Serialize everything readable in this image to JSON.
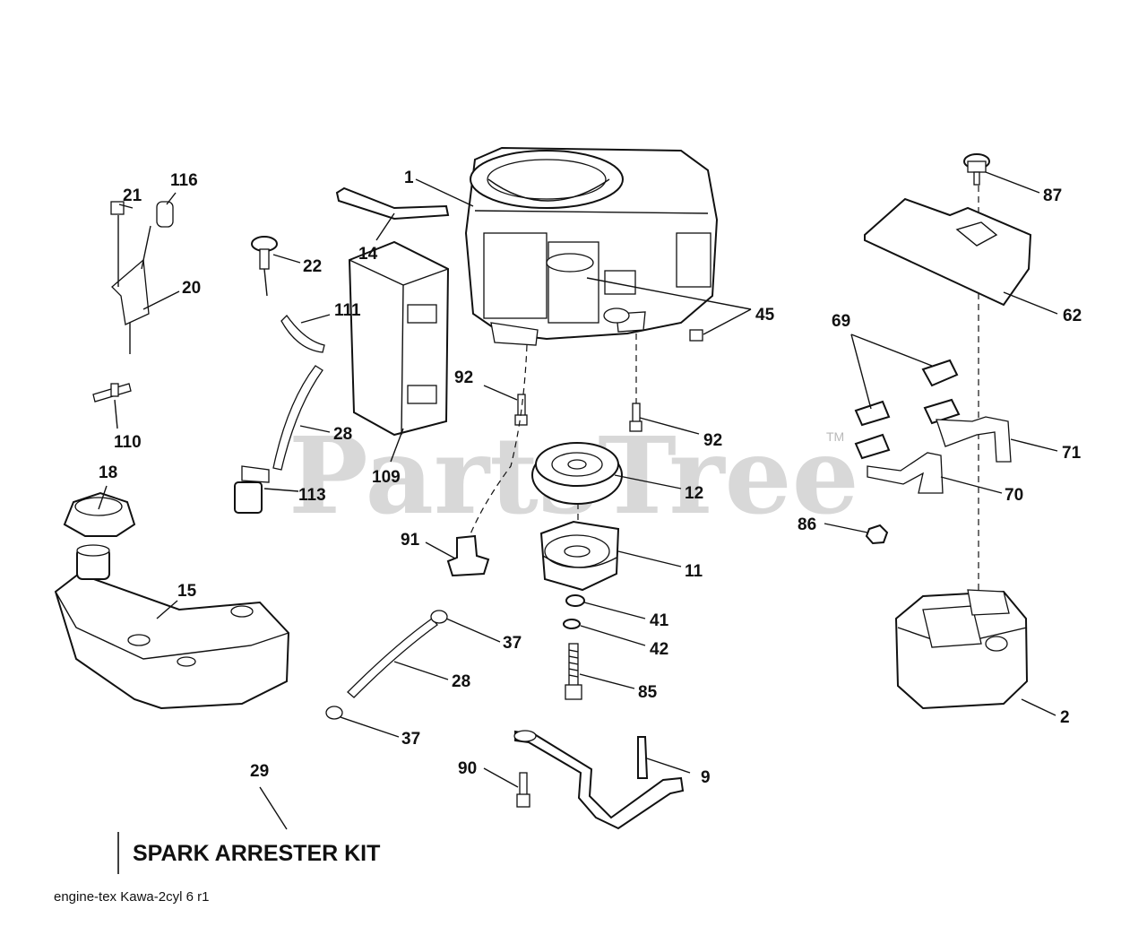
{
  "watermark": {
    "text": "PartsTree",
    "tm": "TM"
  },
  "caption": {
    "kit_label": "SPARK ARRESTER KIT",
    "drawing_code": "engine-tex  Kawa-2cyl  6  r1"
  },
  "callouts": [
    {
      "id": "c1",
      "text": "1"
    },
    {
      "id": "c2",
      "text": "2"
    },
    {
      "id": "c9",
      "text": "9"
    },
    {
      "id": "c11",
      "text": "11"
    },
    {
      "id": "c12",
      "text": "12"
    },
    {
      "id": "c14",
      "text": "14"
    },
    {
      "id": "c15",
      "text": "15"
    },
    {
      "id": "c18",
      "text": "18"
    },
    {
      "id": "c20",
      "text": "20"
    },
    {
      "id": "c21",
      "text": "21"
    },
    {
      "id": "c22",
      "text": "22"
    },
    {
      "id": "c28a",
      "text": "28"
    },
    {
      "id": "c28b",
      "text": "28"
    },
    {
      "id": "c29",
      "text": "29"
    },
    {
      "id": "c37a",
      "text": "37"
    },
    {
      "id": "c37b",
      "text": "37"
    },
    {
      "id": "c41",
      "text": "41"
    },
    {
      "id": "c42",
      "text": "42"
    },
    {
      "id": "c45",
      "text": "45"
    },
    {
      "id": "c62",
      "text": "62"
    },
    {
      "id": "c69",
      "text": "69"
    },
    {
      "id": "c70",
      "text": "70"
    },
    {
      "id": "c71",
      "text": "71"
    },
    {
      "id": "c85",
      "text": "85"
    },
    {
      "id": "c86",
      "text": "86"
    },
    {
      "id": "c87",
      "text": "87"
    },
    {
      "id": "c90",
      "text": "90"
    },
    {
      "id": "c91",
      "text": "91"
    },
    {
      "id": "c92a",
      "text": "92"
    },
    {
      "id": "c92b",
      "text": "92"
    },
    {
      "id": "c109",
      "text": "109"
    },
    {
      "id": "c110",
      "text": "110"
    },
    {
      "id": "c111",
      "text": "111"
    },
    {
      "id": "c113",
      "text": "113"
    },
    {
      "id": "c116",
      "text": "116"
    }
  ]
}
